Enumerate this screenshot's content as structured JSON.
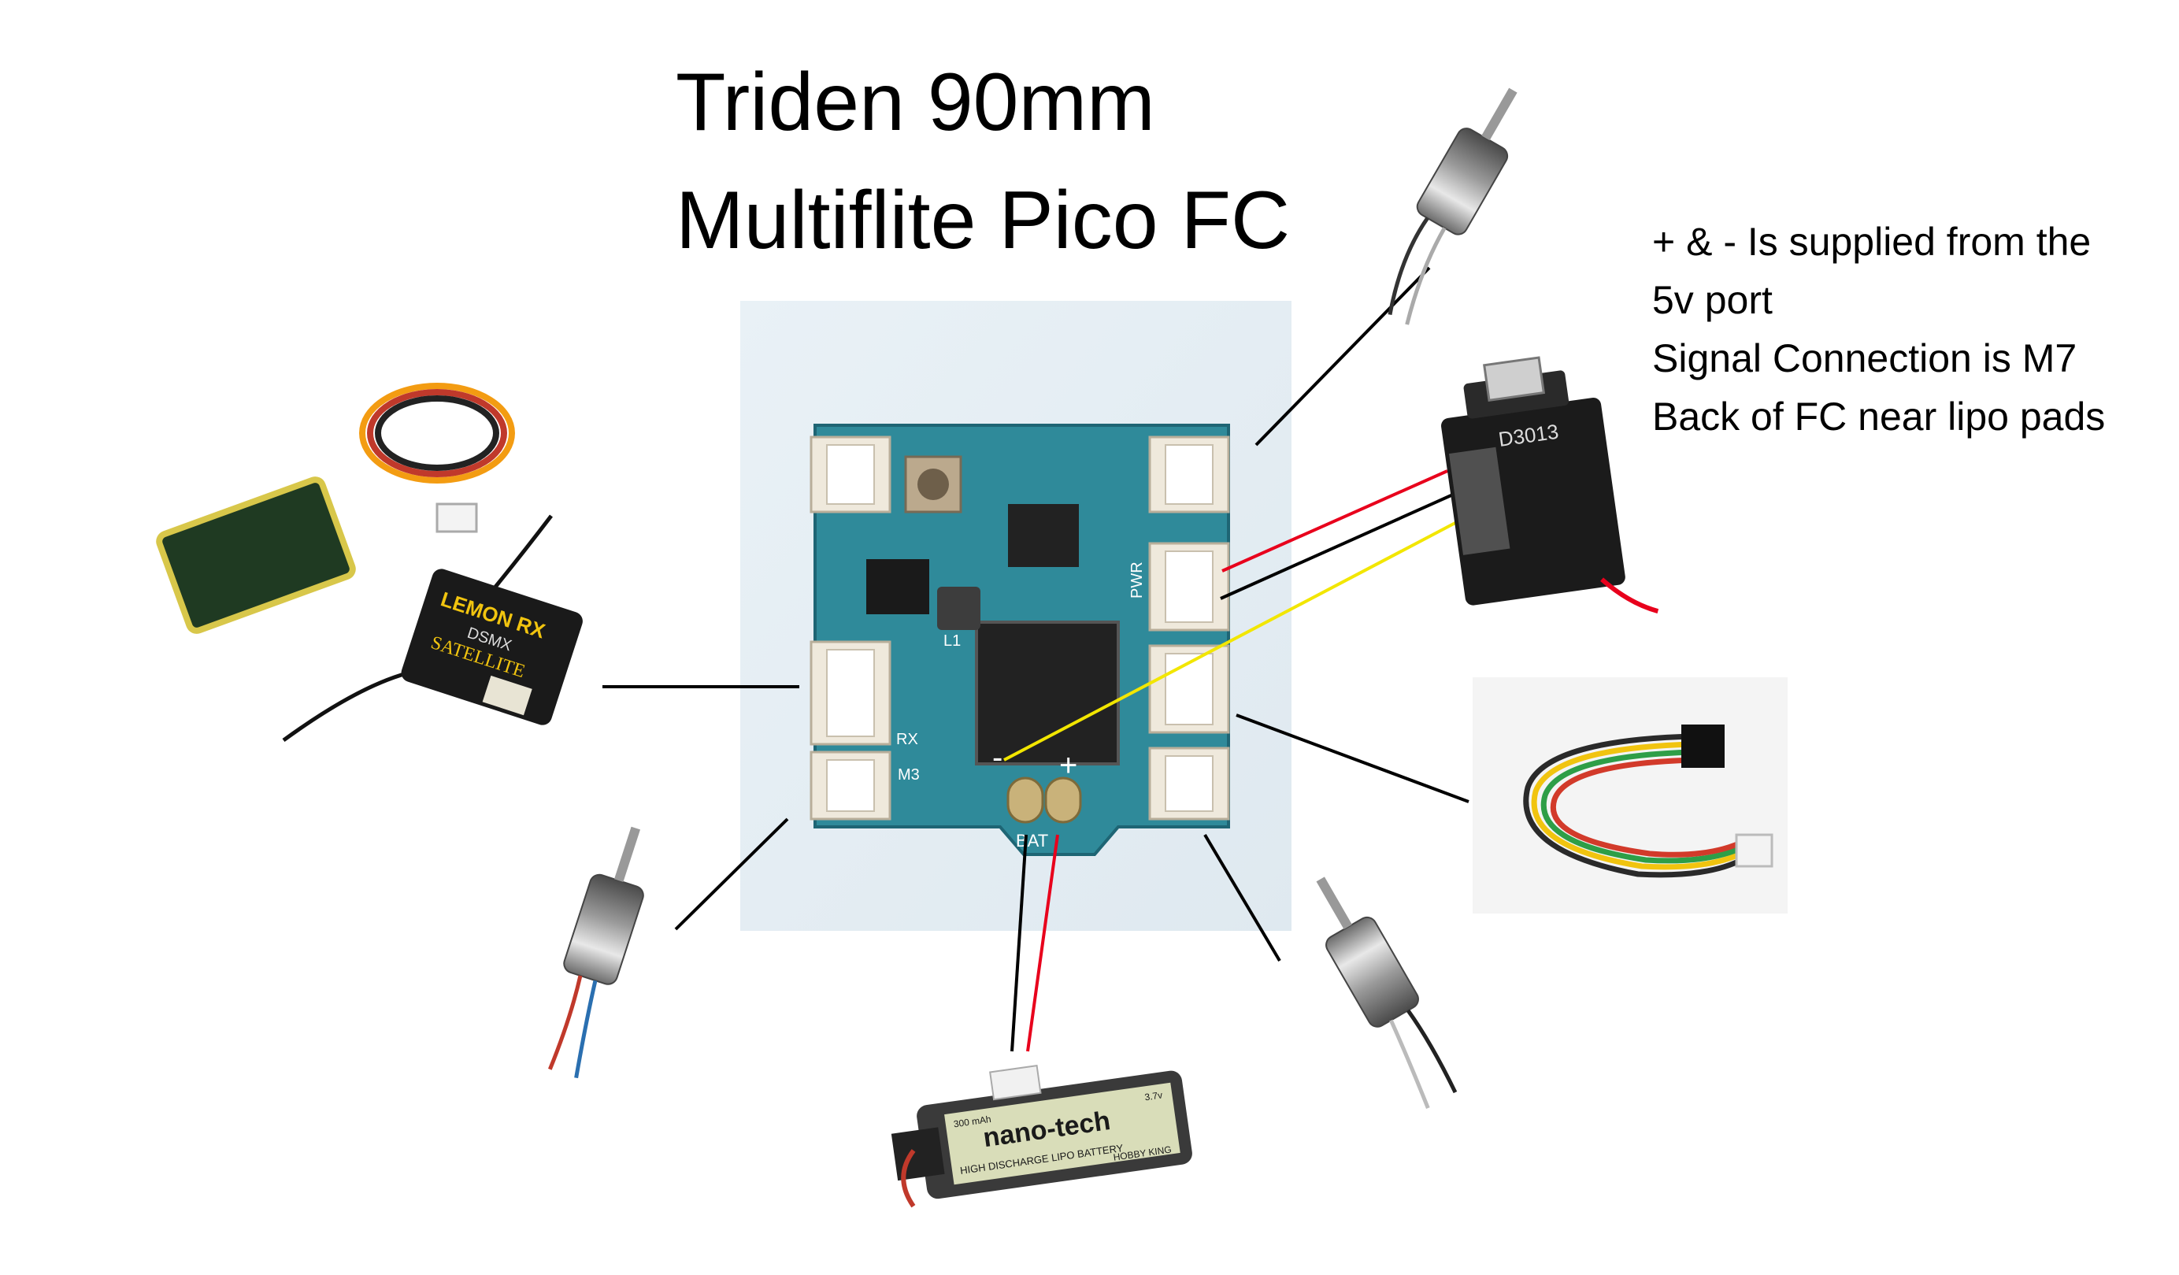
{
  "title": {
    "line1": "Triden 90mm",
    "line2": "Multiflite Pico FC"
  },
  "notes": [
    "+ & - Is supplied from the",
    "5v port",
    "Signal Connection is M7",
    "Back of FC near lipo pads"
  ],
  "board_markings": {
    "pwr": "PWR",
    "bat": "BAT",
    "plus": "+",
    "minus": "-",
    "l1": "L1",
    "rx": "RX",
    "m3": "M3"
  },
  "component_labels": {
    "receiver_brand": "LEMON RX",
    "receiver_model": "DSMX",
    "receiver_type": "SATELLITE",
    "servo_model": "D3013",
    "battery_brand": "nano-tech",
    "battery_sub": "HIGH DISCHARGE LIPO BATTERY",
    "battery_capacity": "300 mAh",
    "battery_voltage": "3.7v",
    "battery_maker": "HOBBY KING"
  },
  "colors": {
    "wire_red": "#e8001c",
    "wire_black": "#000000",
    "wire_yellow": "#f2e600",
    "pcb": "#2f8a9a",
    "connector": "#efe9dc"
  }
}
